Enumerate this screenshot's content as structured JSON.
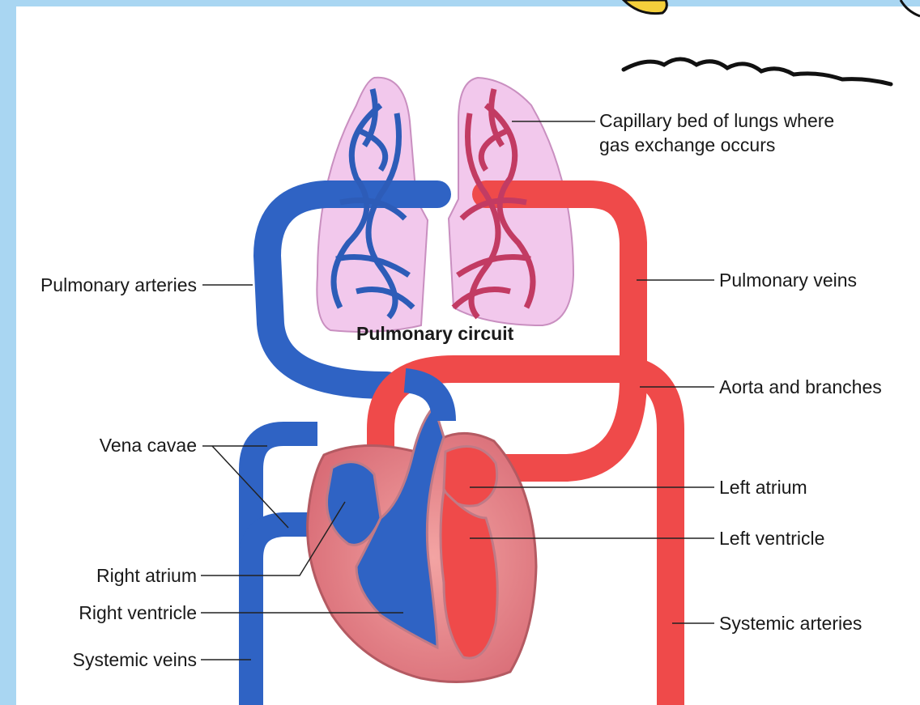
{
  "diagram": {
    "caption": "Pulmonary circuit",
    "labels": {
      "capillary_bed": "Capillary bed of lungs where\ngas exchange occurs",
      "pulmonary_arteries": "Pulmonary arteries",
      "pulmonary_veins": "Pulmonary veins",
      "aorta": "Aorta and branches",
      "vena_cavae": "Vena cavae",
      "left_atrium": "Left atrium",
      "left_ventricle": "Left ventricle",
      "right_atrium": "Right atrium",
      "right_ventricle": "Right ventricle",
      "systemic_arteries": "Systemic arteries",
      "systemic_veins": "Systemic veins"
    },
    "colors": {
      "frame": "#a9d6f2",
      "deoxygenated": "#2f63c4",
      "oxygenated": "#ef4a4a",
      "lung_fill": "#f2c8ec",
      "heart_fill": "#e9868a",
      "leader_line": "#222222"
    }
  }
}
